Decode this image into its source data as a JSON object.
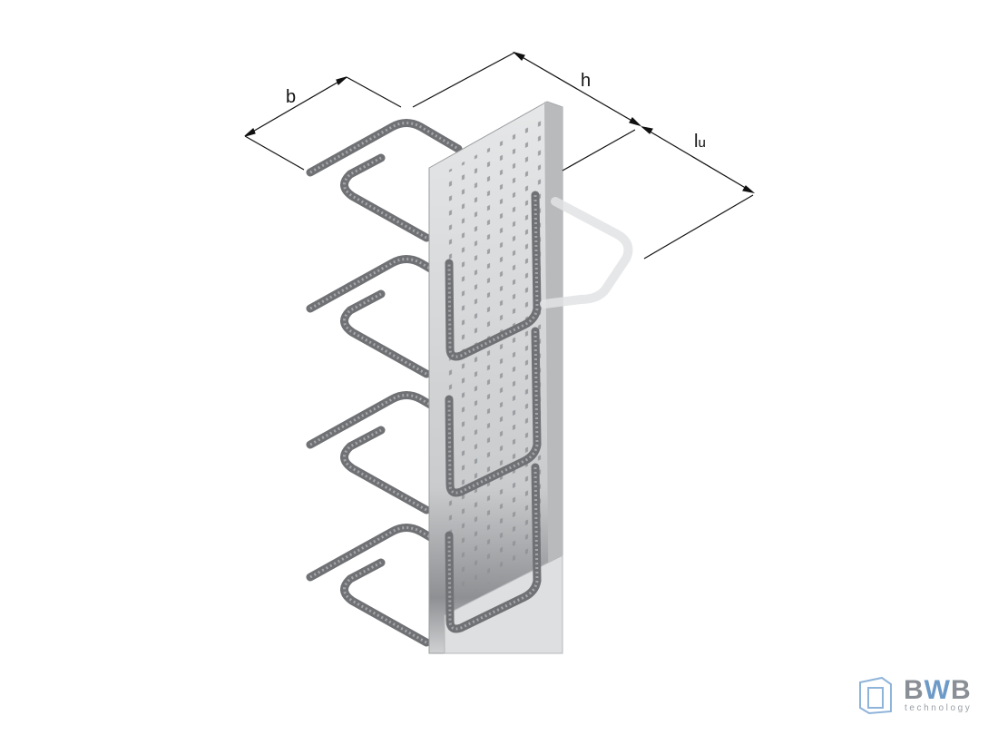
{
  "dimensions": {
    "b": "b",
    "h": "h",
    "lu_main": "l",
    "lu_sub": "u"
  },
  "logo": {
    "name_part1": "B",
    "name_part2": "W",
    "name_part3": "B",
    "tagline": "technology"
  },
  "colors": {
    "rebar": "#6f7174",
    "plate": "#d4d6d8",
    "logo_blue": "#6d9ac7",
    "logo_gray": "#8a8f96"
  }
}
